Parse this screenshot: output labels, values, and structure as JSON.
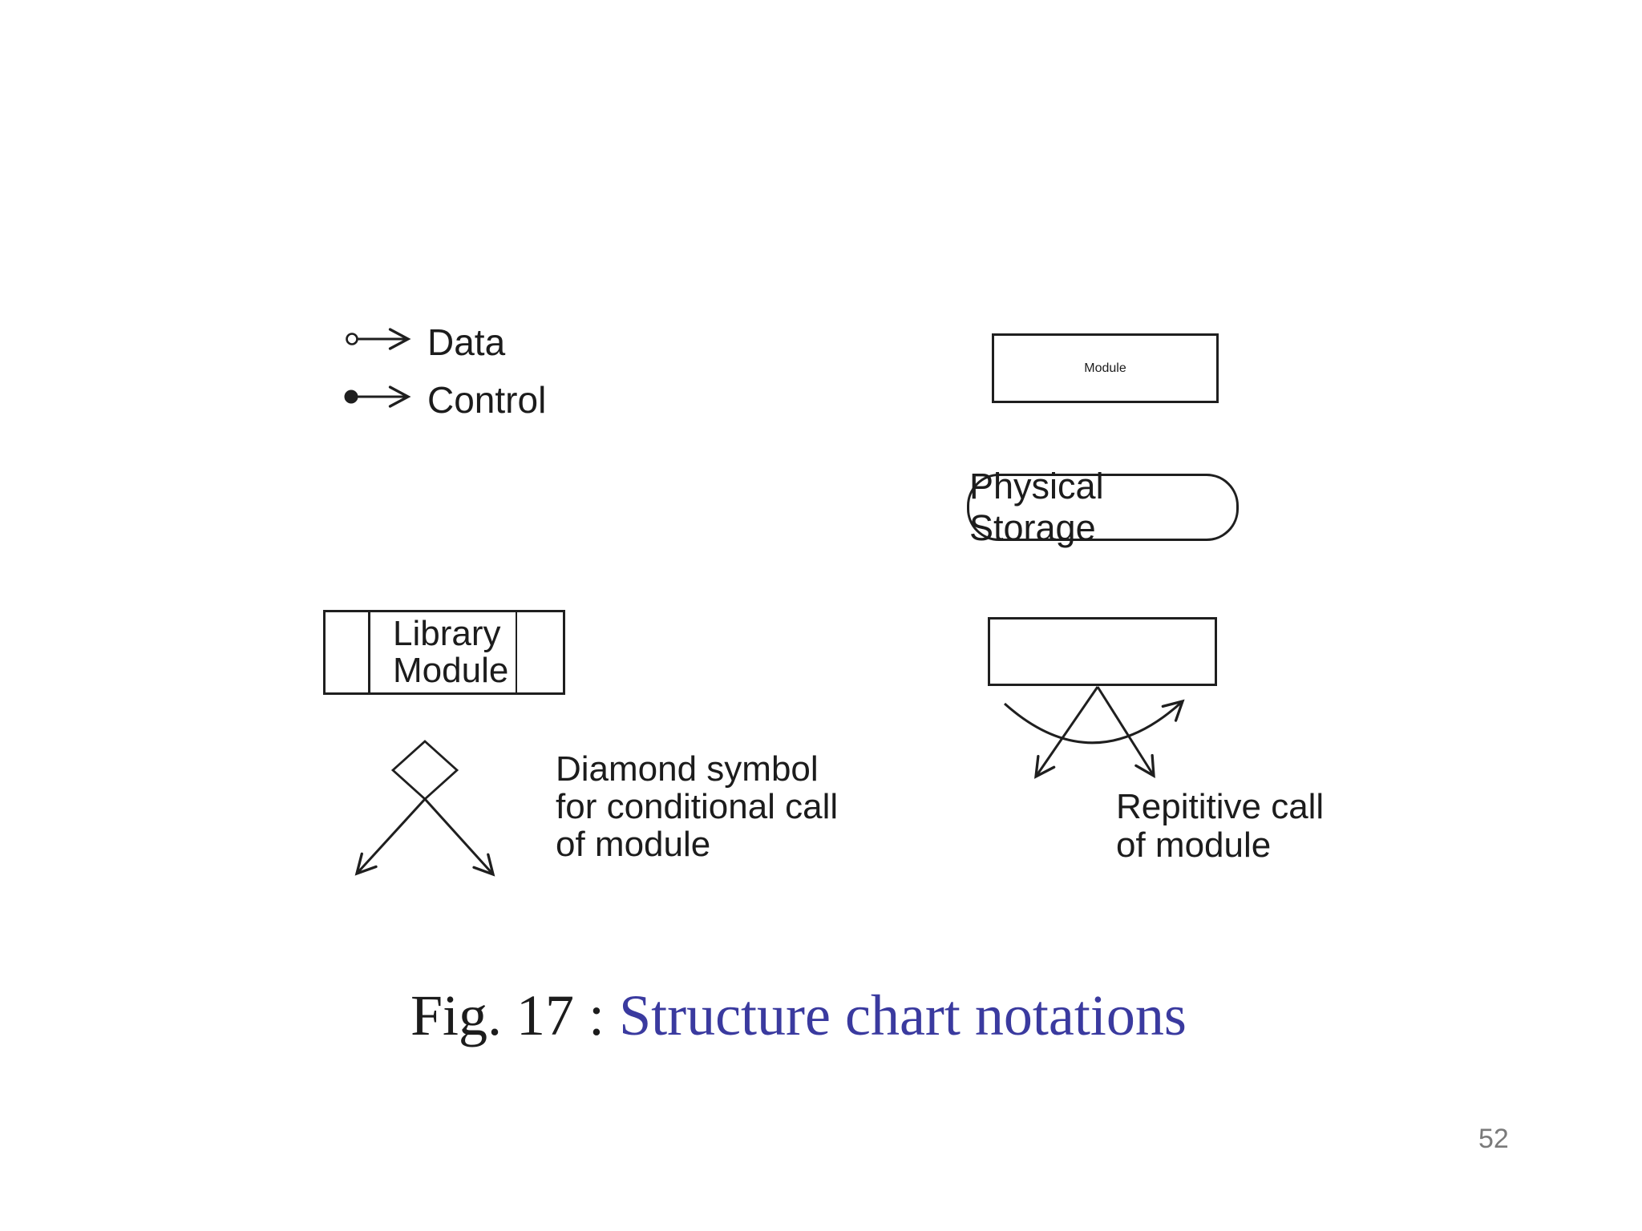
{
  "slide": {
    "caption_prefix": "Fig. 17 : ",
    "caption_title": "Structure chart notations",
    "page_number": "52"
  },
  "legend": {
    "data_label": "Data",
    "control_label": "Control"
  },
  "notations": {
    "module": {
      "label": "Module"
    },
    "physical_storage": {
      "label": "Physical Storage"
    },
    "library_module": {
      "label_line1": "Library",
      "label_line2": "Module"
    },
    "conditional_call": {
      "desc_line1": "Diamond symbol",
      "desc_line2": "for conditional call",
      "desc_line3": "of module"
    },
    "repetitive_call": {
      "desc_line1": "Repititive call",
      "desc_line2": "of module"
    }
  },
  "colors": {
    "background": "#ffffff",
    "stroke": "#1f1f1f",
    "text": "#1c1c1c",
    "caption_title_blue": "#3a3a9f",
    "page_number_gray": "#7a7a7a"
  }
}
